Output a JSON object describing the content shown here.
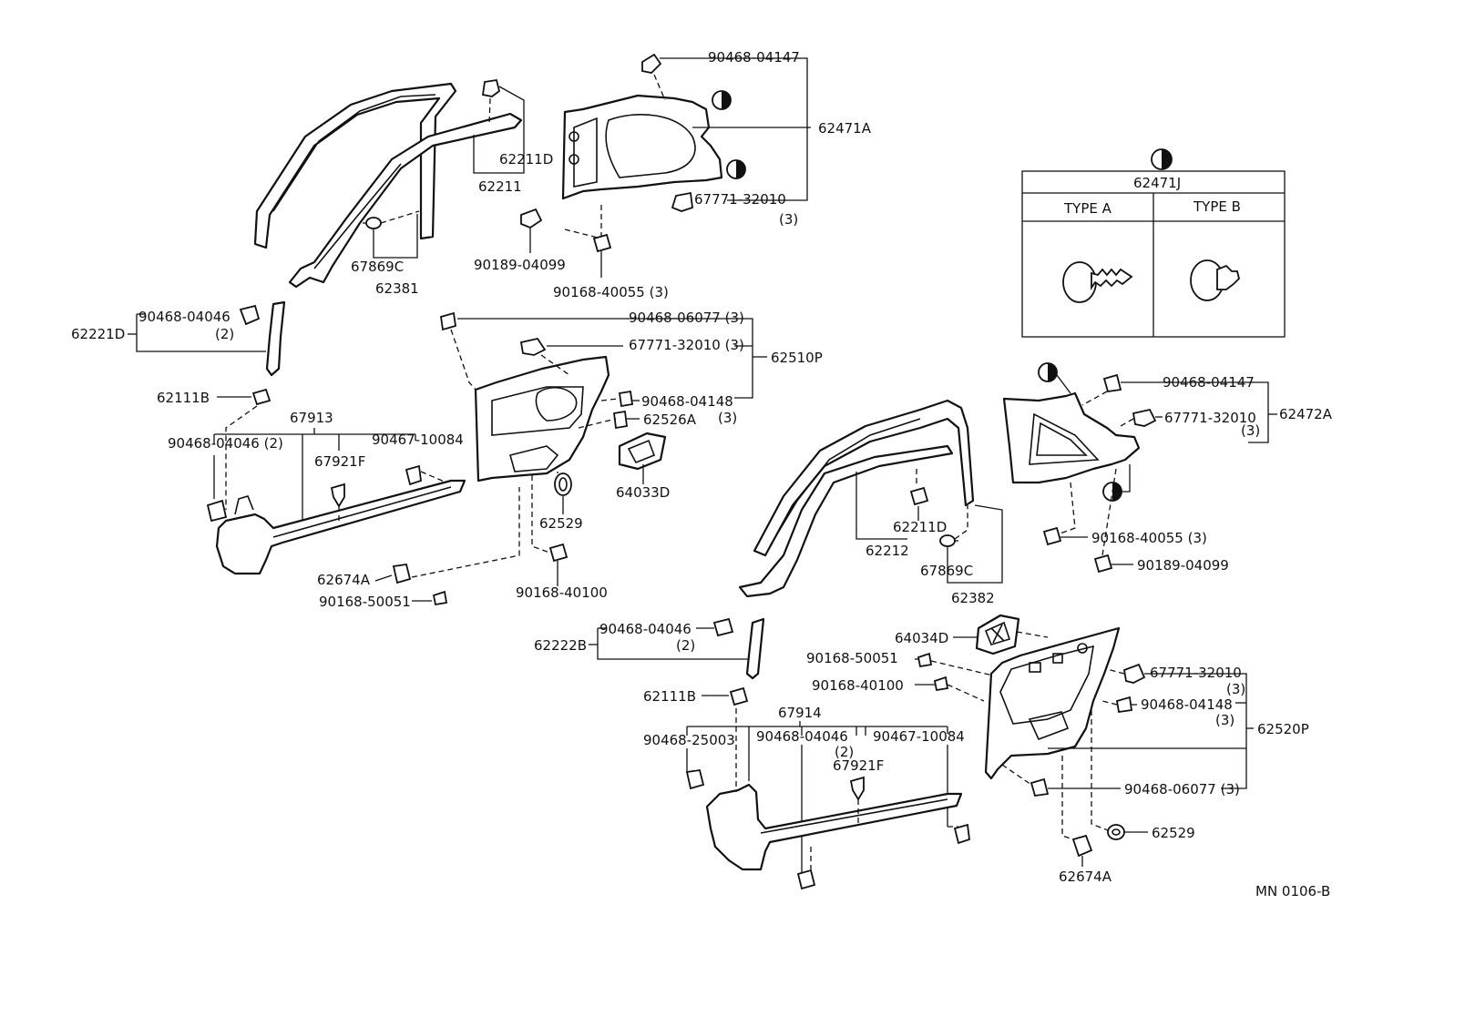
{
  "diagram_code": "MN 0106-B",
  "legend": {
    "part_no": "62471J",
    "type_a": "TYPE A",
    "type_b": "TYPE B"
  },
  "labels": {
    "tl_90468_04147": "90468-04147",
    "tl_62471A": "62471A",
    "tl_62211D": "62211D",
    "tl_62211": "62211",
    "tl_67771_32010": "67771-32010",
    "tl_qty3_a": "(3)",
    "tl_90189_04099": "90189-04099",
    "tl_67869C": "67869C",
    "tl_62381": "62381",
    "tl_90168_40055": "90168-40055 (3)",
    "l_90468_04046": "90468-04046",
    "l_qty2_a": "(2)",
    "l_62221D": "62221D",
    "l_62111B": "62111B",
    "l_67913": "67913",
    "l_90468_04046_2": "90468-04046 (2)",
    "l_90467_10084": "90467-10084",
    "l_67921F": "67921F",
    "l_62674A": "62674A",
    "l_90168_50051": "90168-50051",
    "m_90468_06077": "90468-06077 (3)",
    "m_67771_32010": "67771-32010 (3)",
    "m_62510P": "62510P",
    "m_90468_04148": "90468-04148",
    "m_qty3": "(3)",
    "m_62526A": "62526A",
    "m_64033D": "64033D",
    "m_62529": "62529",
    "m_90168_40100": "90168-40100",
    "r_90468_04147": "90468-04147",
    "r_67771_32010": "67771-32010",
    "r_62472A": "62472A",
    "r_qty3": "(3)",
    "r_62211D": "62211D",
    "r_62212": "62212",
    "r_67869C": "67869C",
    "r_62382": "62382",
    "r_90168_40055": "90168-40055 (3)",
    "r_90189_04099": "90189-04099",
    "lr_90468_04046": "90468-04046",
    "lr_qty2": "(2)",
    "lr_62222B": "62222B",
    "lr_64034D": "64034D",
    "lr_90168_50051": "90168-50051",
    "lr_90168_40100": "90168-40100",
    "lr_62111B": "62111B",
    "lr_67914": "67914",
    "lr_90468_25003": "90468-25003",
    "lr_90468_04046b": "90468-04046",
    "lr_qty2b": "(2)",
    "lr_90467_10084": "90467-10084",
    "lr_67921F": "67921F",
    "lr_67771_32010": "67771-32010",
    "lr_qty3_a": "(3)",
    "lr_90468_04148": "90468-04148",
    "lr_qty3_b": "(3)",
    "lr_62520P": "62520P",
    "lr_90468_06077": "90468-06077 (3)",
    "lr_62529": "62529",
    "lr_62674A": "62674A"
  }
}
